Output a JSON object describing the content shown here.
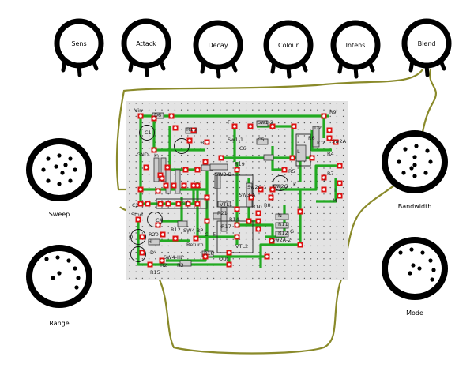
{
  "pots": [
    {
      "label": "Sens"
    },
    {
      "label": "Attack"
    },
    {
      "label": "Decay"
    },
    {
      "label": "Colour"
    },
    {
      "label": "Intens"
    },
    {
      "label": "Blend"
    }
  ],
  "switches": [
    {
      "label": "Sweep"
    },
    {
      "label": "Range"
    },
    {
      "label": "Bandwidth"
    },
    {
      "label": "Mode"
    }
  ],
  "board": {
    "labels": [
      "Vin",
      "D6",
      "GND",
      "In",
      "C1",
      "R16",
      "B'",
      "C2",
      "IC1",
      "Stnd",
      "C4",
      "Q",
      "H'",
      "R2",
      "R3",
      "R18",
      "Out",
      "SW4-HP",
      "SW4-BP",
      "SW3-B",
      "SW3-A",
      "VTL2",
      "VTL1",
      "R12",
      "R20",
      "Return",
      "C.",
      "E",
      "D'",
      "R19",
      "F",
      "Sw1-1",
      "Sw1-2",
      "C5",
      "C6",
      "Sw2C",
      "R5",
      "L",
      "IC2",
      "D2",
      "R6",
      "R4",
      "R7",
      "R9",
      "Sw2A",
      "I",
      "M",
      "K",
      "J",
      "R8",
      "N",
      "R11",
      "R12",
      "R10",
      "G",
      "Sw2A-2",
      "Sw2C-1",
      "R17",
      "R21",
      "R14",
      "R15"
    ]
  },
  "colors": {
    "board": "#e3e3e3",
    "trace": "#22aa22",
    "pad": "#dd1111",
    "wire": "#8a8a2a"
  }
}
